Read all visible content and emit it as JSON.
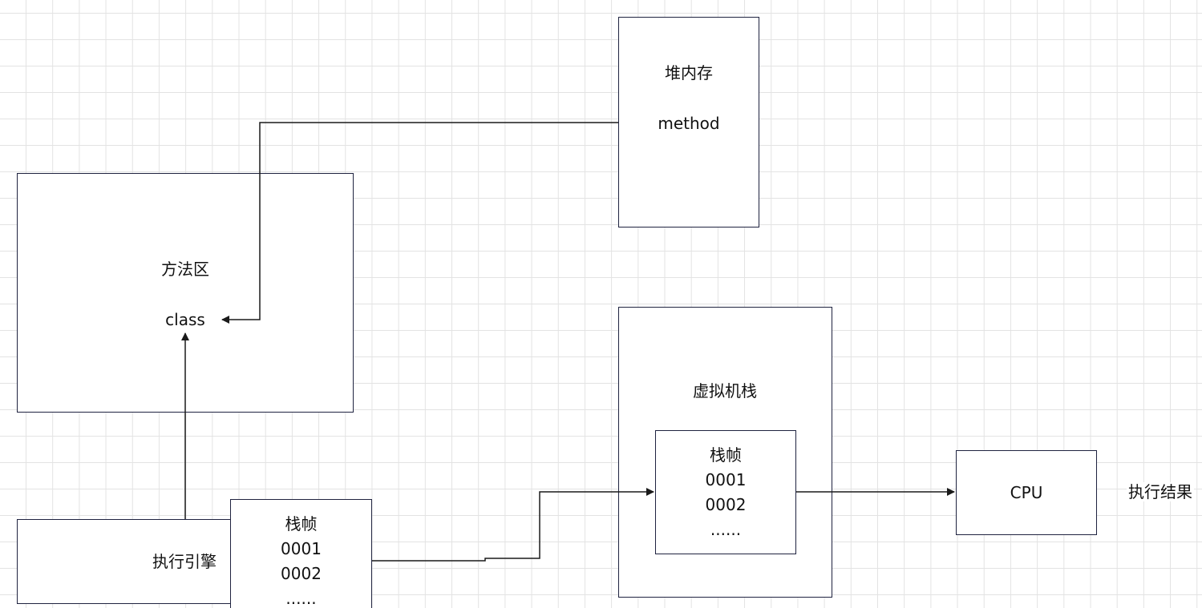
{
  "diagram": {
    "nodes": {
      "heap": {
        "title": "堆内存",
        "content": "method"
      },
      "method_area": {
        "title": "方法区",
        "content": "class"
      },
      "execution_engine": {
        "title": "执行引擎"
      },
      "engine_stack_frame": {
        "title": "栈帧",
        "lines": [
          "0001",
          "0002",
          "......"
        ]
      },
      "vm_stack": {
        "title": "虚拟机栈"
      },
      "vm_stack_frame": {
        "title": "栈帧",
        "lines": [
          "0001",
          "0002",
          "......"
        ]
      },
      "cpu": {
        "title": "CPU"
      },
      "result": {
        "title": "执行结果"
      }
    },
    "edges": [
      {
        "from": "heap.method",
        "to": "method_area.class",
        "arrow": "end"
      },
      {
        "from": "execution_engine",
        "to": "method_area.class",
        "arrow": "end"
      },
      {
        "from": "engine_stack_frame",
        "to": "vm_stack_frame",
        "arrow": "end"
      },
      {
        "from": "vm_stack_frame",
        "to": "cpu",
        "arrow": "end"
      }
    ],
    "colors": {
      "border": "#1f2340",
      "line": "#1a1a1a",
      "grid": "#e3e3e3",
      "background": "#ffffff"
    }
  }
}
